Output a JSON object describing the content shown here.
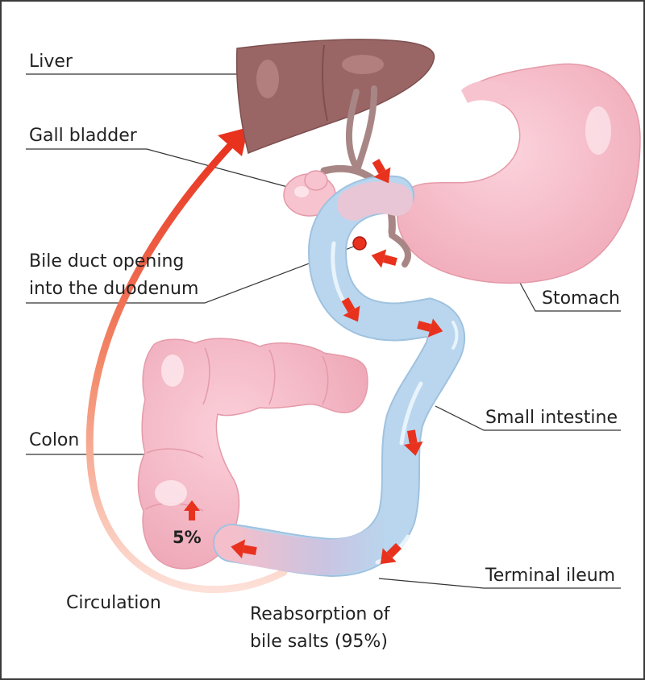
{
  "labels": {
    "liver": "Liver",
    "gall_bladder": "Gall bladder",
    "bile_duct_line1": "Bile duct opening",
    "bile_duct_line2": "into the duodenum",
    "stomach": "Stomach",
    "small_intestine": "Small intestine",
    "colon": "Colon",
    "terminal_ileum": "Terminal ileum",
    "circulation": "Circulation",
    "reabsorption_line1": "Reabsorption of",
    "reabsorption_line2": "bile salts (95%)",
    "five_percent": "5%"
  },
  "colors": {
    "liver": "#9a6565",
    "organ_pink": "#f4b8c4",
    "intestine_blue": "#b9d6ee",
    "arrow_red": "#e8321e",
    "duct": "#a98686"
  },
  "values": {
    "reabsorbed_percent": 95,
    "excreted_percent": 5
  }
}
